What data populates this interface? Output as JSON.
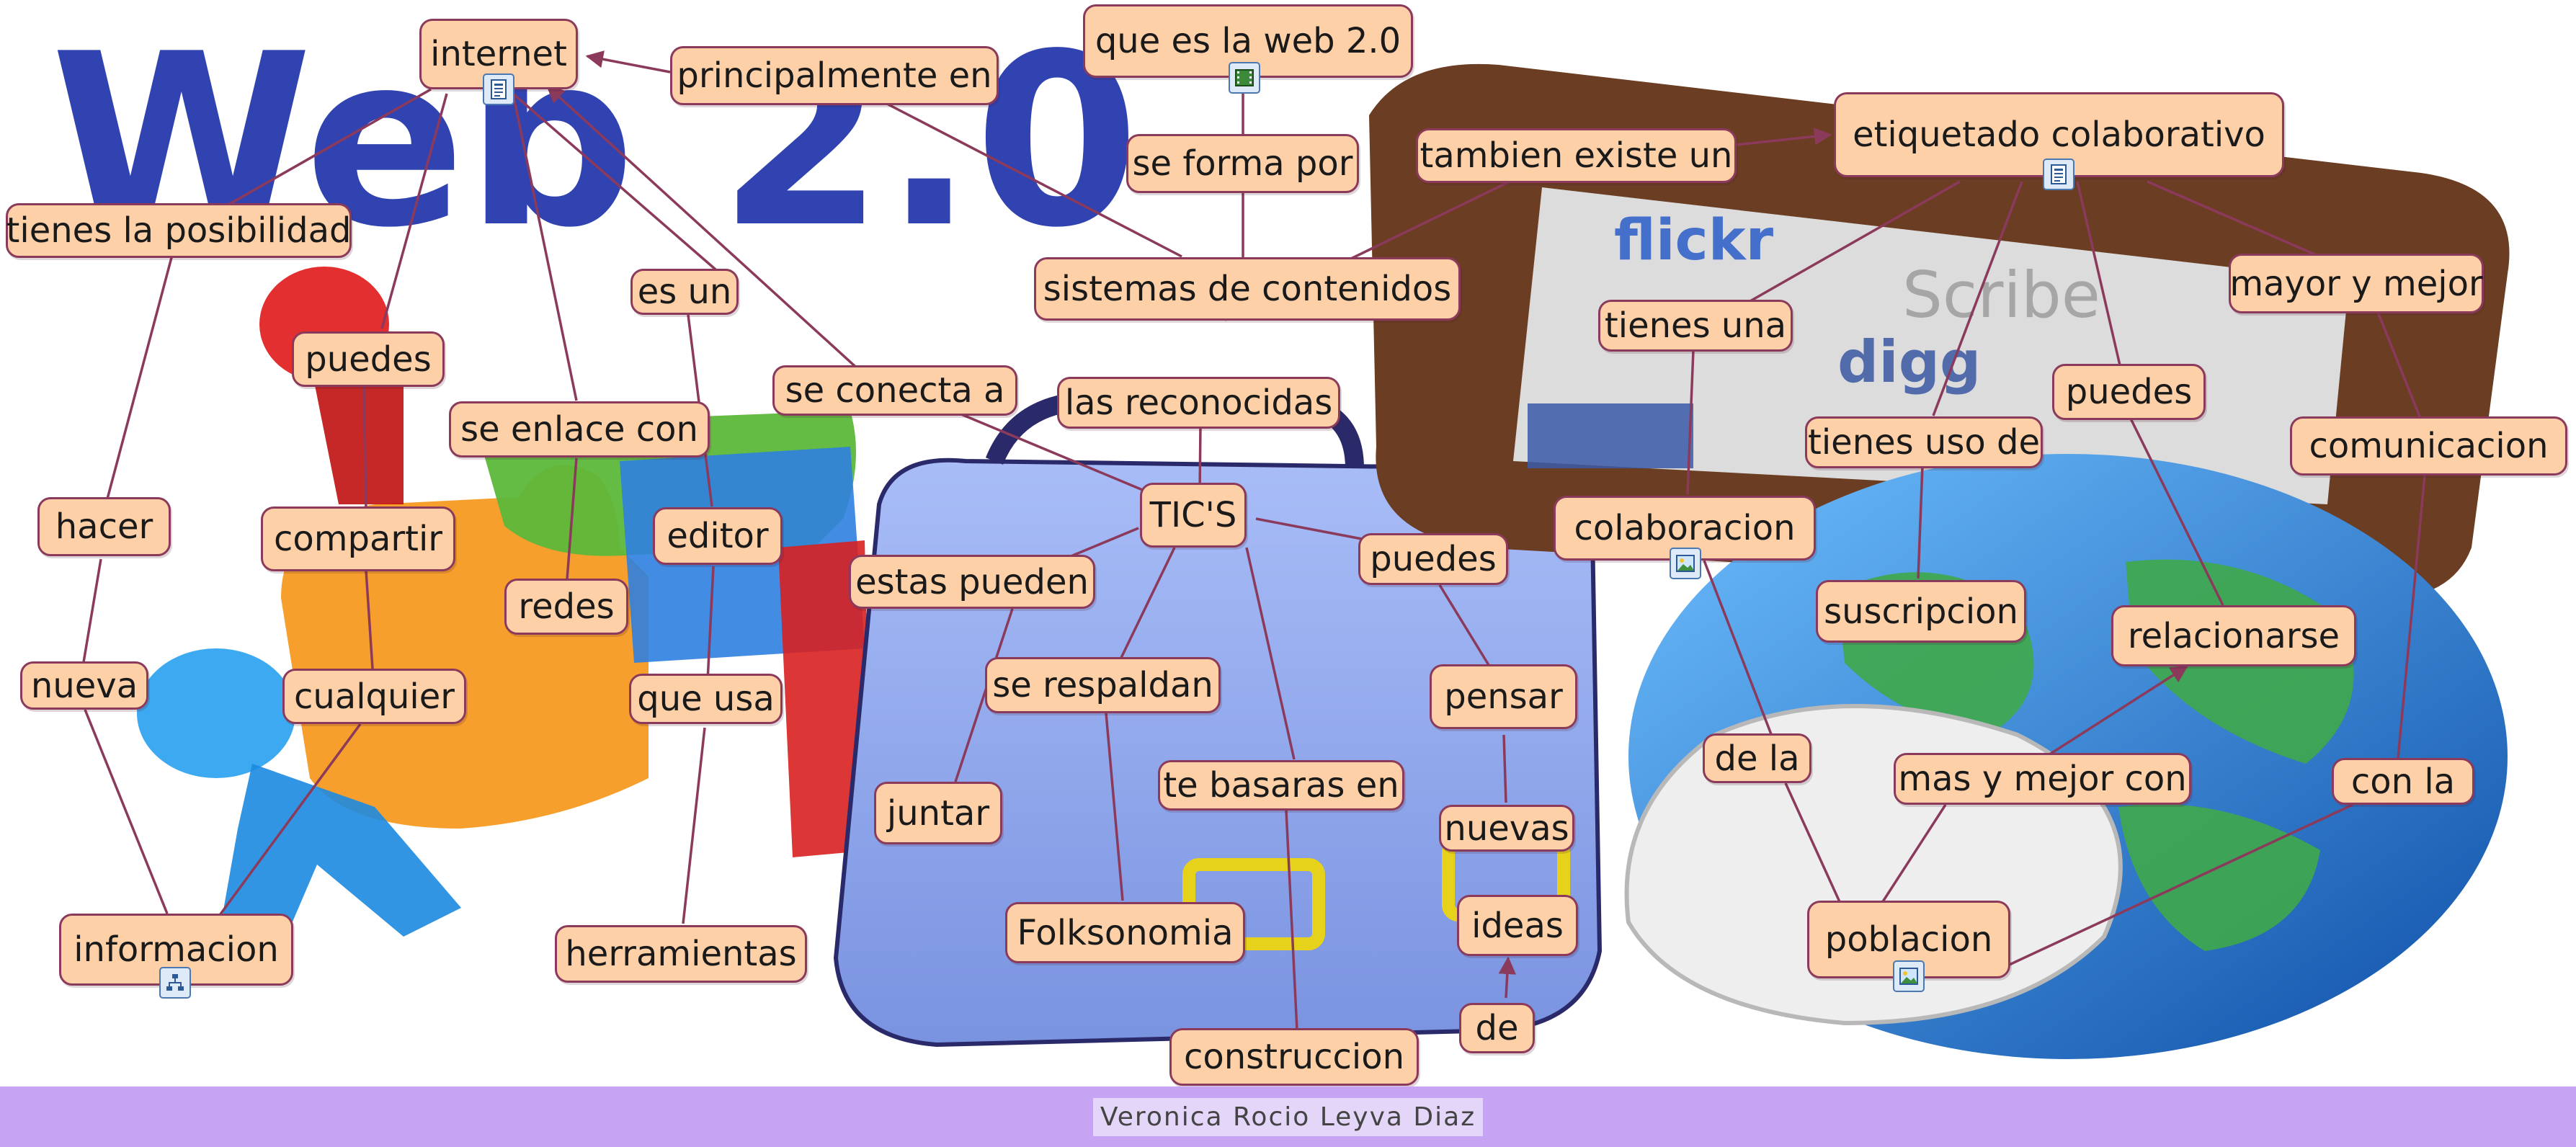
{
  "colors": {
    "node_fill": "#fdd0a8",
    "node_border": "#8b3a5c",
    "edge": "#8b3a5c",
    "footer_bg": "#c6a3f3"
  },
  "background": {
    "banner_text": "Web 2.0"
  },
  "nodes": {
    "internet": "internet",
    "principalmente_en": "principalmente en",
    "que_es_web20": "que es la web 2.0",
    "se_forma_por": "se forma por",
    "tambien_existe_un": "tambien existe un",
    "etiquetado": "etiquetado colaborativo",
    "tienes_la_posibilidad": "tienes la posibilidad",
    "sistemas_de_contenidos": "sistemas de contenidos",
    "mayor_y_mejor": "mayor y mejor",
    "es_un": "es un",
    "tienes_una": "tienes una",
    "puedes_left": "puedes",
    "se_conecta_a": "se conecta a",
    "las_reconocidas": "las reconocidas",
    "puedes_right": "puedes",
    "se_enlace_con": "se enlace con",
    "tienes_uso_de": "tienes uso de",
    "comunicacion": "comunicacion",
    "tics": "TIC'S",
    "hacer": "hacer",
    "compartir": "compartir",
    "editor": "editor",
    "colaboracion": "colaboracion",
    "puedes_mid": "puedes",
    "estas_pueden": "estas pueden",
    "redes": "redes",
    "suscripcion": "suscripcion",
    "relacionarse": "relacionarse",
    "nueva": "nueva",
    "se_respaldan": "se respaldan",
    "pensar": "pensar",
    "cualquier": "cualquier",
    "que_usa": "que usa",
    "de_la": "de la",
    "te_basaras_en": "te basaras en",
    "mas_y_mejor_con": "mas y mejor con",
    "con_la": "con la",
    "juntar": "juntar",
    "nuevas": "nuevas",
    "informacion": "informacion",
    "folksonomia": "Folksonomia",
    "ideas": "ideas",
    "herramientas": "herramientas",
    "poblacion": "poblacion",
    "de": "de",
    "construccion": "construccion"
  },
  "resource_icons": [
    {
      "name": "document-icon",
      "attached_to": "internet"
    },
    {
      "name": "video-icon",
      "attached_to": "que es la web 2.0"
    },
    {
      "name": "document-icon",
      "attached_to": "etiquetado colaborativo"
    },
    {
      "name": "image-icon",
      "attached_to": "colaboracion"
    },
    {
      "name": "concept-map-icon",
      "attached_to": "informacion"
    },
    {
      "name": "image-icon",
      "attached_to": "poblacion"
    }
  ],
  "footer": {
    "author": "Veronica Rocio Leyva Diaz"
  }
}
